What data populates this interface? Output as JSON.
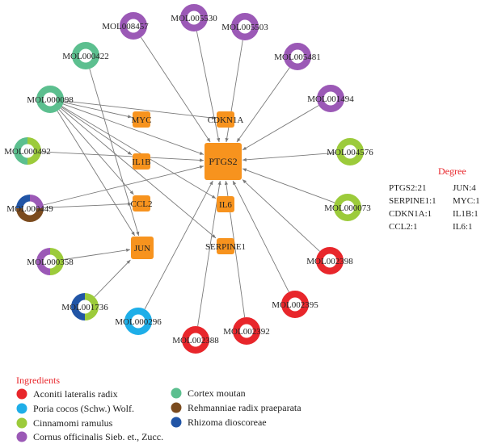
{
  "colors": {
    "aconiti": "#e8262b",
    "poria": "#1eaee8",
    "cinnamomi": "#9ccb3b",
    "cornus": "#9b59b6",
    "cortex": "#5cbf8f",
    "rehmanniae": "#7b4b1e",
    "rhizoma": "#2155a6",
    "target": "#f7931e",
    "title": "#e8262b"
  },
  "molecules": [
    {
      "id": "MOL005530",
      "segments": [
        {
          "ingredient": "cornus",
          "fraction": 1
        }
      ]
    },
    {
      "id": "MOL005503",
      "segments": [
        {
          "ingredient": "cornus",
          "fraction": 1
        }
      ]
    },
    {
      "id": "MOL005481",
      "segments": [
        {
          "ingredient": "cornus",
          "fraction": 1
        }
      ]
    },
    {
      "id": "MOL001494",
      "segments": [
        {
          "ingredient": "cornus",
          "fraction": 1
        }
      ]
    },
    {
      "id": "MOL004576",
      "segments": [
        {
          "ingredient": "cinnamomi",
          "fraction": 1
        }
      ]
    },
    {
      "id": "MOL000073",
      "segments": [
        {
          "ingredient": "cinnamomi",
          "fraction": 1
        }
      ]
    },
    {
      "id": "MOL002398",
      "segments": [
        {
          "ingredient": "aconiti",
          "fraction": 1
        }
      ]
    },
    {
      "id": "MOL002395",
      "segments": [
        {
          "ingredient": "aconiti",
          "fraction": 1
        }
      ]
    },
    {
      "id": "MOL002392",
      "segments": [
        {
          "ingredient": "aconiti",
          "fraction": 1
        }
      ]
    },
    {
      "id": "MOL002388",
      "segments": [
        {
          "ingredient": "aconiti",
          "fraction": 1
        }
      ]
    },
    {
      "id": "MOL000296",
      "segments": [
        {
          "ingredient": "poria",
          "fraction": 1
        }
      ]
    },
    {
      "id": "MOL001736",
      "segments": [
        {
          "ingredient": "cinnamomi",
          "fraction": 0.5
        },
        {
          "ingredient": "rhizoma",
          "fraction": 0.5
        }
      ]
    },
    {
      "id": "MOL000358",
      "segments": [
        {
          "ingredient": "cinnamomi",
          "fraction": 0.5
        },
        {
          "ingredient": "cornus",
          "fraction": 0.5
        }
      ]
    },
    {
      "id": "MOL000449",
      "segments": [
        {
          "ingredient": "cornus",
          "fraction": 0.25
        },
        {
          "ingredient": "rehmanniae",
          "fraction": 0.5
        },
        {
          "ingredient": "rhizoma",
          "fraction": 0.25
        }
      ]
    },
    {
      "id": "MOL000492",
      "segments": [
        {
          "ingredient": "cinnamomi",
          "fraction": 0.5
        },
        {
          "ingredient": "cortex",
          "fraction": 0.5
        }
      ]
    },
    {
      "id": "MOL000098",
      "segments": [
        {
          "ingredient": "cortex",
          "fraction": 1
        }
      ]
    },
    {
      "id": "MOL000422",
      "segments": [
        {
          "ingredient": "cortex",
          "fraction": 1
        }
      ]
    },
    {
      "id": "MOL008457",
      "segments": [
        {
          "ingredient": "cornus",
          "fraction": 1
        }
      ]
    }
  ],
  "targets": [
    {
      "id": "MYC",
      "label": "MYC"
    },
    {
      "id": "CDKN1A",
      "label": "CDKN1A"
    },
    {
      "id": "PTGS2",
      "label": "PTGS2"
    },
    {
      "id": "IL1B",
      "label": "IL1B"
    },
    {
      "id": "CCL2",
      "label": "CCL2"
    },
    {
      "id": "IL6",
      "label": "IL6"
    },
    {
      "id": "JUN",
      "label": "JUN"
    },
    {
      "id": "SERPINE1",
      "label": "SERPINE1"
    }
  ],
  "edges": [
    [
      "MOL005530",
      "PTGS2"
    ],
    [
      "MOL005503",
      "PTGS2"
    ],
    [
      "MOL005481",
      "PTGS2"
    ],
    [
      "MOL001494",
      "PTGS2"
    ],
    [
      "MOL004576",
      "PTGS2"
    ],
    [
      "MOL000073",
      "PTGS2"
    ],
    [
      "MOL002398",
      "PTGS2"
    ],
    [
      "MOL002395",
      "PTGS2"
    ],
    [
      "MOL002392",
      "PTGS2"
    ],
    [
      "MOL002388",
      "PTGS2"
    ],
    [
      "MOL000296",
      "PTGS2"
    ],
    [
      "MOL000492",
      "PTGS2"
    ],
    [
      "MOL008457",
      "PTGS2"
    ],
    [
      "MOL000449",
      "PTGS2"
    ],
    [
      "MOL000422",
      "JUN"
    ],
    [
      "MOL000098",
      "MYC"
    ],
    [
      "MOL000098",
      "CDKN1A"
    ],
    [
      "MOL000098",
      "IL1B"
    ],
    [
      "MOL000098",
      "CCL2"
    ],
    [
      "MOL000098",
      "IL6"
    ],
    [
      "MOL000098",
      "JUN"
    ],
    [
      "MOL000098",
      "SERPINE1"
    ],
    [
      "MOL000098",
      "PTGS2"
    ],
    [
      "MOL000449",
      "CCL2"
    ],
    [
      "MOL000358",
      "JUN"
    ],
    [
      "MOL001736",
      "JUN"
    ]
  ],
  "degree": {
    "title": "Degree",
    "left": [
      "PTGS2:21",
      "SERPINE1:1",
      "CDKN1A:1",
      "CCL2:1"
    ],
    "right": [
      "JUN:4",
      "MYC:1",
      "IL1B:1",
      "IL6:1"
    ]
  },
  "legend": {
    "title": "Ingredients",
    "items": [
      {
        "key": "aconiti",
        "label": "Aconiti lateralis radix"
      },
      {
        "key": "poria",
        "label": "Poria cocos (Schw.) Wolf."
      },
      {
        "key": "cinnamomi",
        "label": "Cinnamomi ramulus"
      },
      {
        "key": "cornus",
        "label": "Cornus officinalis Sieb. et., Zucc."
      },
      {
        "key": "cortex",
        "label": "Cortex moutan"
      },
      {
        "key": "rehmanniae",
        "label": "Rehmanniae radix praeparata"
      },
      {
        "key": "rhizoma",
        "label": "Rhizoma dioscoreae"
      }
    ]
  }
}
